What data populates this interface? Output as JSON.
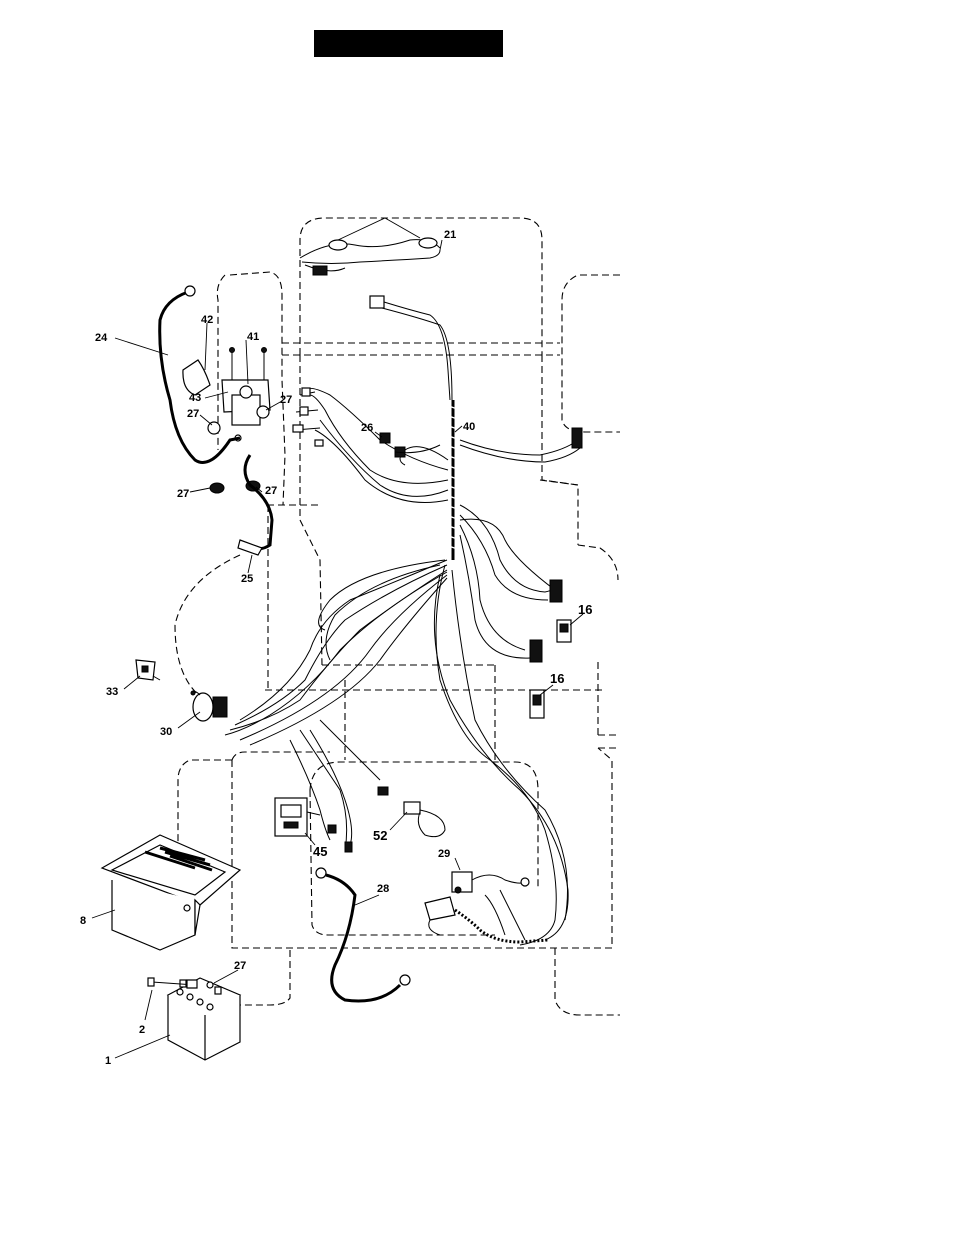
{
  "header": {
    "title_bar": ""
  },
  "callouts": [
    {
      "id": "c21",
      "text": "21"
    },
    {
      "id": "c24",
      "text": "24"
    },
    {
      "id": "c42",
      "text": "42"
    },
    {
      "id": "c41",
      "text": "41"
    },
    {
      "id": "c43",
      "text": "43"
    },
    {
      "id": "c27a",
      "text": "27"
    },
    {
      "id": "c27b",
      "text": "27"
    },
    {
      "id": "c27c",
      "text": "27"
    },
    {
      "id": "c27d",
      "text": "27"
    },
    {
      "id": "c26",
      "text": "26"
    },
    {
      "id": "c40",
      "text": "40"
    },
    {
      "id": "c25",
      "text": "25"
    },
    {
      "id": "c16a",
      "text": "16"
    },
    {
      "id": "c16b",
      "text": "16"
    },
    {
      "id": "c33",
      "text": "33"
    },
    {
      "id": "c30",
      "text": "30"
    },
    {
      "id": "c45",
      "text": "45"
    },
    {
      "id": "c52",
      "text": "52"
    },
    {
      "id": "c29",
      "text": "29"
    },
    {
      "id": "c28",
      "text": "28"
    },
    {
      "id": "c8",
      "text": "8"
    },
    {
      "id": "c27e",
      "text": "27"
    },
    {
      "id": "c2",
      "text": "2"
    },
    {
      "id": "c1",
      "text": "1"
    }
  ]
}
